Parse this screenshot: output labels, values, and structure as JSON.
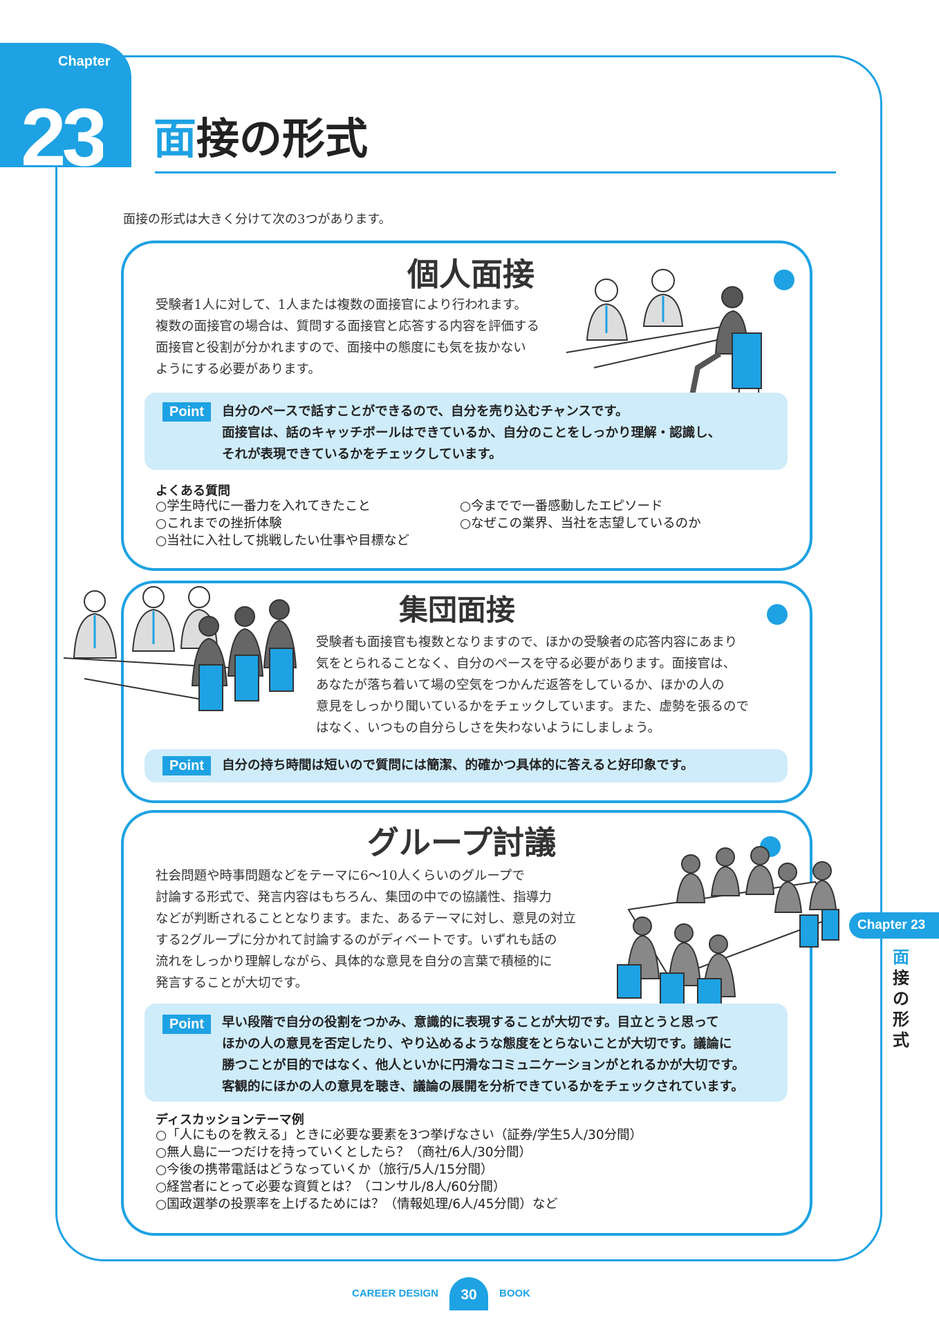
{
  "chapter": {
    "label": "Chapter",
    "number": "23"
  },
  "title": {
    "first_char": "面",
    "rest": "接の形式"
  },
  "intro": "面接の形式は大きく分けて次の3つがあります。",
  "sections": {
    "individual": {
      "title": "個人面接",
      "body": [
        "受験者1人に対して、1人または複数の面接官により行われます。",
        "複数の面接官の場合は、質問する面接官と応答する内容を評価する",
        "面接官と役割が分かれますので、面接中の態度にも気を抜かない",
        "ようにする必要があります。"
      ],
      "point_label": "Point",
      "point": [
        "自分のペースで話すことができるので、自分を売り込むチャンスです。",
        "面接官は、話のキャッチボールはできているか、自分のことをしっかり理解・認識し、",
        "それが表現できているかをチェックしています。"
      ],
      "faq_title": "よくある質問",
      "faq_left": [
        "○学生時代に一番力を入れてきたこと",
        "○これまでの挫折体験",
        "○当社に入社して挑戦したい仕事や目標など"
      ],
      "faq_right": [
        "○今までで一番感動したエピソード",
        "○なぜこの業界、当社を志望しているのか"
      ]
    },
    "group": {
      "title": "集団面接",
      "body": [
        "受験者も面接官も複数となりますので、ほかの受験者の応答内容にあまり",
        "気をとられることなく、自分のペースを守る必要があります。面接官は、",
        "あなたが落ち着いて場の空気をつかんだ返答をしているか、ほかの人の",
        "意見をしっかり聞いているかをチェックしています。また、虚勢を張るので",
        "はなく、いつもの自分らしさを失わないようにしましょう。"
      ],
      "point_label": "Point",
      "point": [
        "自分の持ち時間は短いので質問には簡潔、的確かつ具体的に答えると好印象です。"
      ]
    },
    "discussion": {
      "title": "グループ討議",
      "body": [
        "社会問題や時事問題などをテーマに6～10人くらいのグループで",
        "討論する形式で、発言内容はもちろん、集団の中での協議性、指導力",
        "などが判断されることとなります。また、あるテーマに対し、意見の対立",
        "する2グループに分かれて討論するのがディベートです。いずれも話の",
        "流れをしっかり理解しながら、具体的な意見を自分の言葉で積極的に",
        "発言することが大切です。"
      ],
      "point_label": "Point",
      "point": [
        "早い段階で自分の役割をつかみ、意識的に表現することが大切です。目立とうと思って",
        "ほかの人の意見を否定したり、やり込めるような態度をとらないことが大切です。議論に",
        "勝つことが目的ではなく、他人といかに円滑なコミュニケーションがとれるかが大切です。",
        "客観的にほかの人の意見を聴き、議論の展開を分析できているかをチェックされています。"
      ],
      "themes_title": "ディスカッションテーマ例",
      "themes": [
        "○「人にものを教える」ときに必要な要素を3つ挙げなさい（証券/学生5人/30分間）",
        "○無人島に一つだけを持っていくとしたら？（商社/6人/30分間）",
        "○今後の携帯電話はどうなっていくか（旅行/5人/15分間）",
        "○経営者にとって必要な資質とは？（コンサル/8人/60分間）",
        "○国政選挙の投票率を上げるためには？（情報処理/6人/45分間）など"
      ]
    }
  },
  "side_tab": {
    "label": "Chapter 23",
    "vertical": [
      "面",
      "接",
      "の",
      "形",
      "式"
    ]
  },
  "footer": {
    "left": "CAREER DESIGN",
    "page": "30",
    "right": "BOOK"
  },
  "colors": {
    "accent": "#1ea2e3",
    "point_bg": "#cfecfa"
  },
  "icons": [
    "interview-illustration-individual",
    "interview-illustration-group",
    "interview-illustration-discussion"
  ]
}
